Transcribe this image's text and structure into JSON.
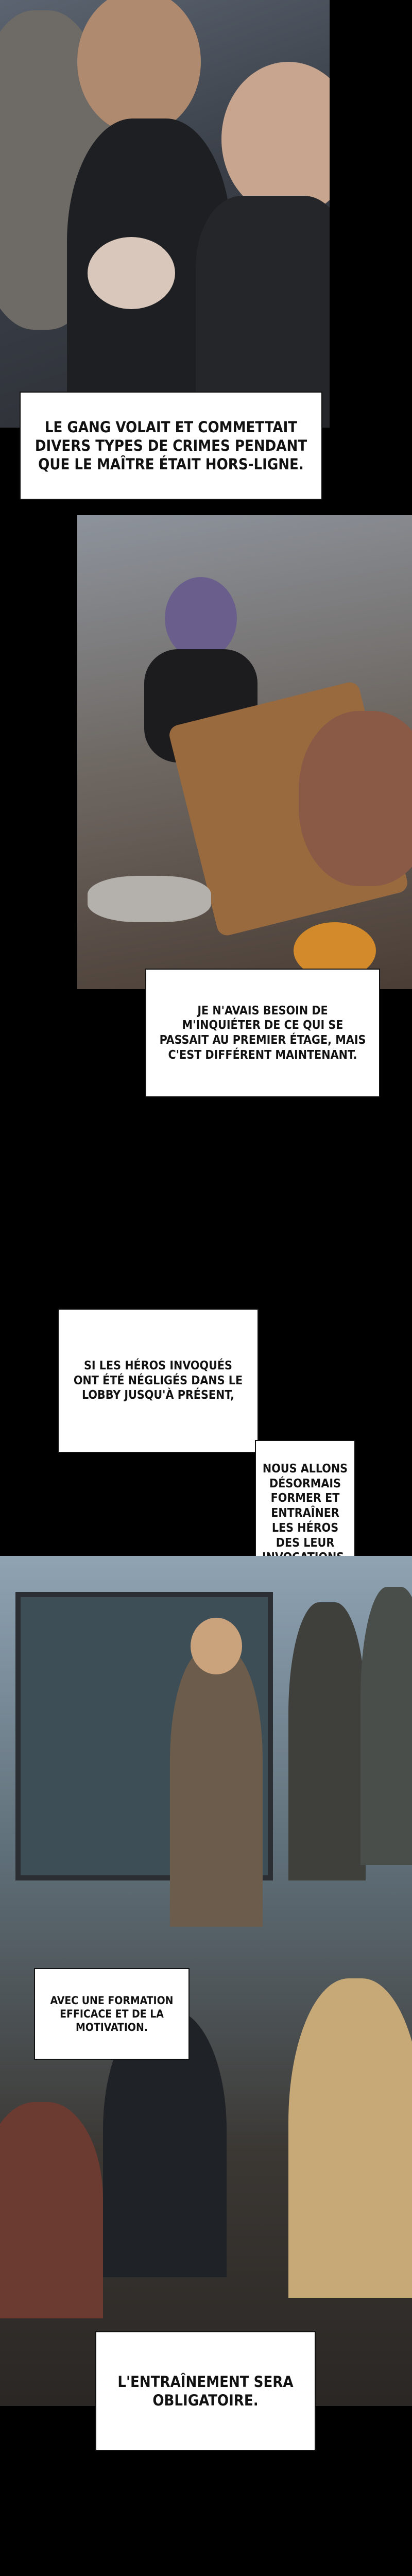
{
  "captions": {
    "c1": "LE GANG VOLAIT ET COMMETTAIT DIVERS TYPES DE CRIMES PENDANT QUE LE MAÎTRE ÉTAIT HORS-LIGNE.",
    "c2": "JE N'AVAIS BESOIN DE M'INQUIÉTER DE CE QUI SE PASSAIT AU PREMIER ÉTAGE, MAIS C'EST DIFFÉRENT MAINTENANT.",
    "c3": "SI LES HÉROS INVOQUÉS ONT ÉTÉ NÉGLIGÉS DANS LE LOBBY JUSQU'À PRÉSENT,",
    "c4": "NOUS ALLONS DÉSORMAIS FORMER ET ENTRAÎNER LES HÉROS DES LEUR INVOCATIONS.",
    "c5": "AVEC UNE FORMATION EFFICACE ET DE LA MOTIVATION.",
    "c6": "L'ENTRAÎNEMENT SERA OBLIGATOIRE."
  },
  "colors": {
    "page_background": "#000000",
    "caption_background": "#ffffff",
    "caption_text": "#111111"
  }
}
